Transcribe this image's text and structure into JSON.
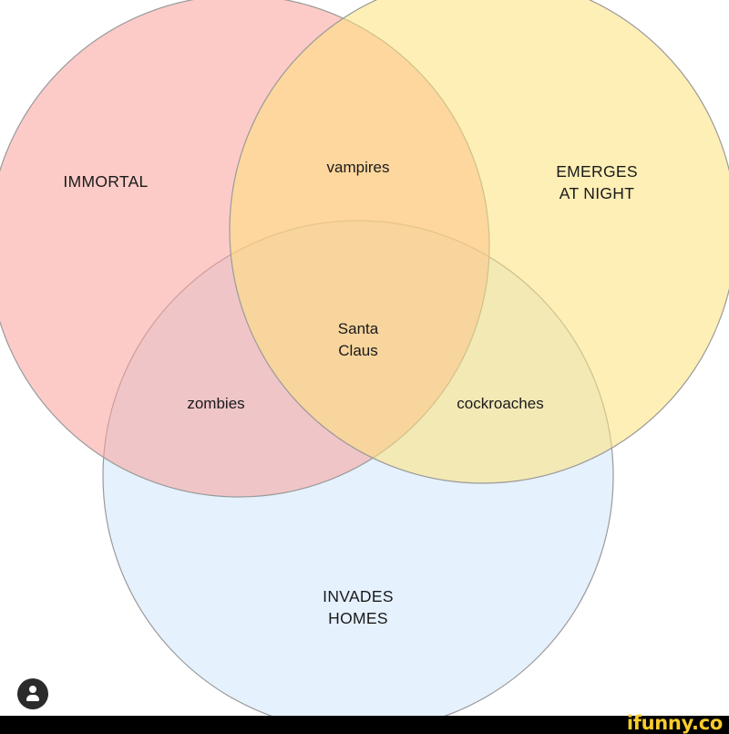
{
  "diagram": {
    "sets": [
      {
        "id": "immortal",
        "lines": [
          "IMMORTAL"
        ],
        "color": "#f9a19a"
      },
      {
        "id": "night",
        "lines": [
          "EMERGES",
          "AT NIGHT"
        ],
        "color": "#fde27a"
      },
      {
        "id": "homes",
        "lines": [
          "INVADES",
          "HOMES"
        ],
        "color": "#cfe6fb"
      }
    ],
    "intersections": {
      "immortal_night": "vampires",
      "immortal_homes": "zombies",
      "night_homes": "cockroaches",
      "all_three": [
        "Santa",
        "Claus"
      ]
    }
  },
  "overlay": {
    "watermark": "ifunny.co",
    "watermark_color": "#f8cb2d",
    "profile_icon": "user-icon"
  }
}
